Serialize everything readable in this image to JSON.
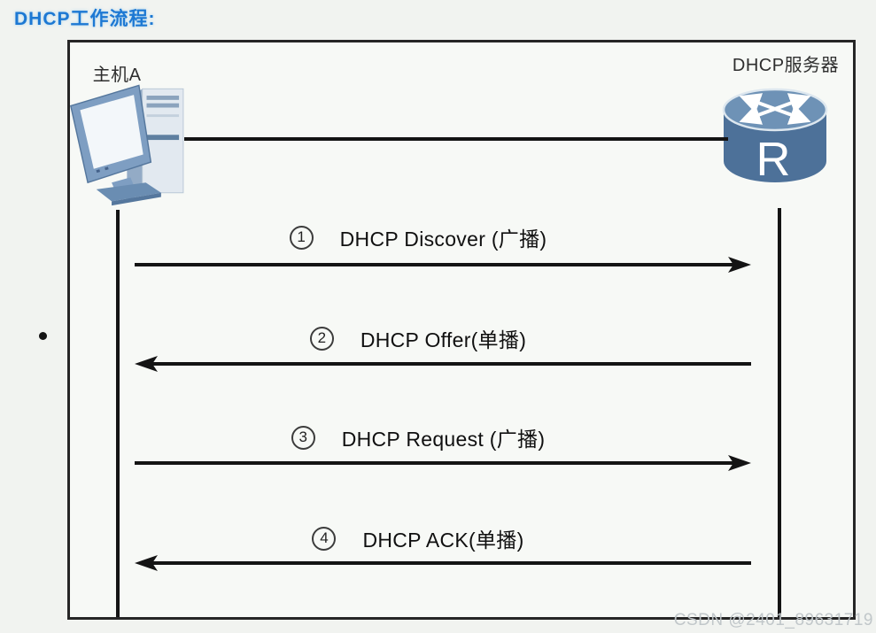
{
  "page": {
    "title": "DHCP工作流程:"
  },
  "diagram": {
    "host": {
      "label": "主机A",
      "icon": "desktop-computer-icon"
    },
    "server": {
      "label": "DHCP服务器",
      "icon": "router-icon",
      "router_letter": "R"
    },
    "link": {
      "type": "physical-connection"
    },
    "messages": [
      {
        "number": "1",
        "circled": "①",
        "label": "DHCP Discover (广播)",
        "direction": "right",
        "from": "主机A",
        "to": "DHCP服务器"
      },
      {
        "number": "2",
        "circled": "②",
        "label": "DHCP Offer(单播)",
        "direction": "left",
        "from": "DHCP服务器",
        "to": "主机A"
      },
      {
        "number": "3",
        "circled": "③",
        "label": "DHCP Request (广播)",
        "direction": "right",
        "from": "主机A",
        "to": "DHCP服务器"
      },
      {
        "number": "4",
        "circled": "④",
        "label": "DHCP ACK(单播)",
        "direction": "left",
        "from": "DHCP服务器",
        "to": "主机A"
      }
    ]
  },
  "watermark": "CSDN @2401_89631719",
  "colors": {
    "title_accent": "#1d78d3",
    "line_color": "#141414",
    "device_fill": "#6e92b6",
    "device_fill_dark": "#4d7199",
    "frame_border": "#262626",
    "watermark_color": "#c3c8cb"
  }
}
